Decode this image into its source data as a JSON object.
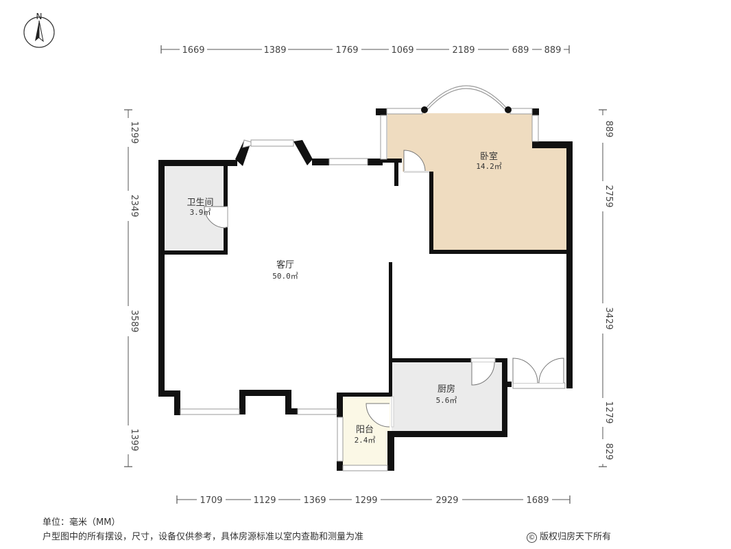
{
  "compass": {
    "north_label": "N",
    "icon": "north-arrow-icon"
  },
  "dimensions": {
    "top": [
      "1669",
      "1389",
      "1769",
      "1069",
      "2189",
      "689",
      "889"
    ],
    "bottom": [
      "1709",
      "1129",
      "1369",
      "1299",
      "2929",
      "1689"
    ],
    "left": [
      "1299",
      "2349",
      "3589",
      "1399"
    ],
    "right": [
      "889",
      "2759",
      "3429",
      "1279",
      "829"
    ]
  },
  "rooms": {
    "living": {
      "name": "客厅",
      "area": "50.0㎡"
    },
    "bedroom": {
      "name": "卧室",
      "area": "14.2㎡"
    },
    "bathroom": {
      "name": "卫生间",
      "area": "3.9㎡"
    },
    "kitchen": {
      "name": "厨房",
      "area": "5.6㎡"
    },
    "balcony": {
      "name": "阳台",
      "area": "2.4㎡"
    }
  },
  "colors": {
    "bedroom": "#efdcc0",
    "bathroom": "#ebebeb",
    "kitchen": "#ebebeb",
    "balcony": "#fbf8e6",
    "wall": "#111111"
  },
  "footer": {
    "unit": "单位：毫米（MM）",
    "disclaimer": "户型图中的所有摆设，尺寸，设备仅供参考，具体房源标准以室内查勘和测量为准",
    "copyright": "版权归房天下所有"
  }
}
